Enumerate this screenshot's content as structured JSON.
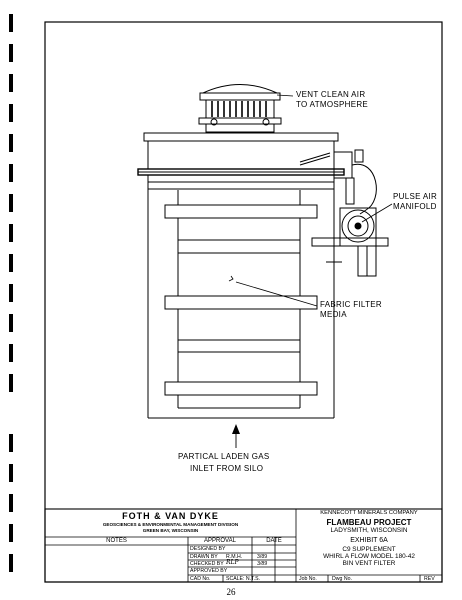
{
  "callouts": {
    "vent": [
      "VENT CLEAN AIR",
      "TO ATMOSPHERE"
    ],
    "pulse": [
      "PULSE AIR",
      "MANIFOLD"
    ],
    "fabric": [
      "FABRIC FILTER",
      "MEDIA"
    ],
    "inlet": [
      "PARTICAL LADEN GAS",
      "INLET FROM SILO"
    ]
  },
  "title_block": {
    "firm": "FOTH & VAN DYKE",
    "division": "GEOSCIENCES & ENVIRONMENTAL MANAGEMENT DIVISION",
    "city": "GREEN BAY, WISCONSIN",
    "notes_header": "NOTES",
    "approval_header": "APPROVAL",
    "date_header": "DATE",
    "designed_by": "DESIGNED BY",
    "drawn_by": "DRAWN BY",
    "drawn_initials": "R.M.H.",
    "drawn_date": "3/89",
    "checked_by": "CHECKED BY",
    "checked_initials": "RLP",
    "checked_date": "3/89",
    "approved_by": "APPROVED BY",
    "cad_no": "CAD No.",
    "scale": "SCALE: N.T.S.",
    "client": "KENNECOTT MINERALS COMPANY",
    "project": "FLAMBEAU PROJECT",
    "location": "LADYSMITH, WISCONSIN",
    "exhibit": "EXHIBIT 6A",
    "desc1": "C9 SUPPLEMENT",
    "desc2": "WHIRL A FLOW MODEL 180-42",
    "desc3": "BIN VENT FILTER",
    "job_no": "Job No.",
    "dwg_no": "Dwg No.",
    "rev": "REV"
  },
  "page_number": "26"
}
